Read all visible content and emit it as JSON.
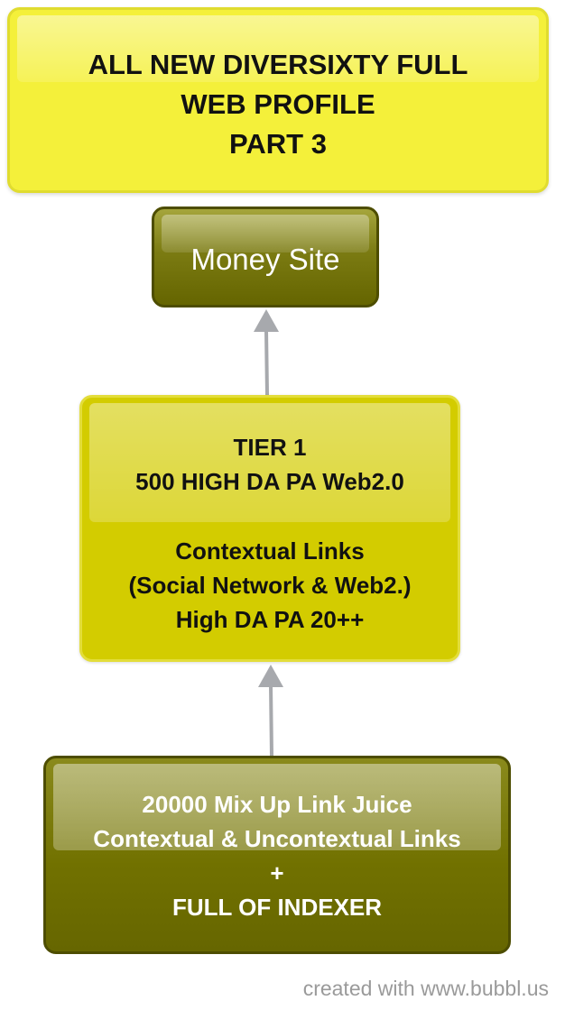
{
  "title_node": {
    "lines": [
      "ALL NEW DIVERSIXTY FULL",
      "WEB PROFILE",
      "PART 3"
    ],
    "color": "#f4f03a"
  },
  "money_site": {
    "label": "Money Site",
    "color": "#717100"
  },
  "tier1": {
    "header_lines": [
      "TIER 1",
      "500 HIGH DA PA Web2.0"
    ],
    "body_lines": [
      "Contextual Links",
      "(Social Network & Web2.)",
      "High DA PA 20++"
    ],
    "color": "#d3cc00"
  },
  "link_juice": {
    "lines": [
      "20000  Mix Up Link Juice",
      "Contextual & Uncontextual Links",
      "+",
      "FULL OF INDEXER"
    ],
    "color": "#717100"
  },
  "arrow_color": "#a7a9ad",
  "credit": "created with www.bubbl.us"
}
